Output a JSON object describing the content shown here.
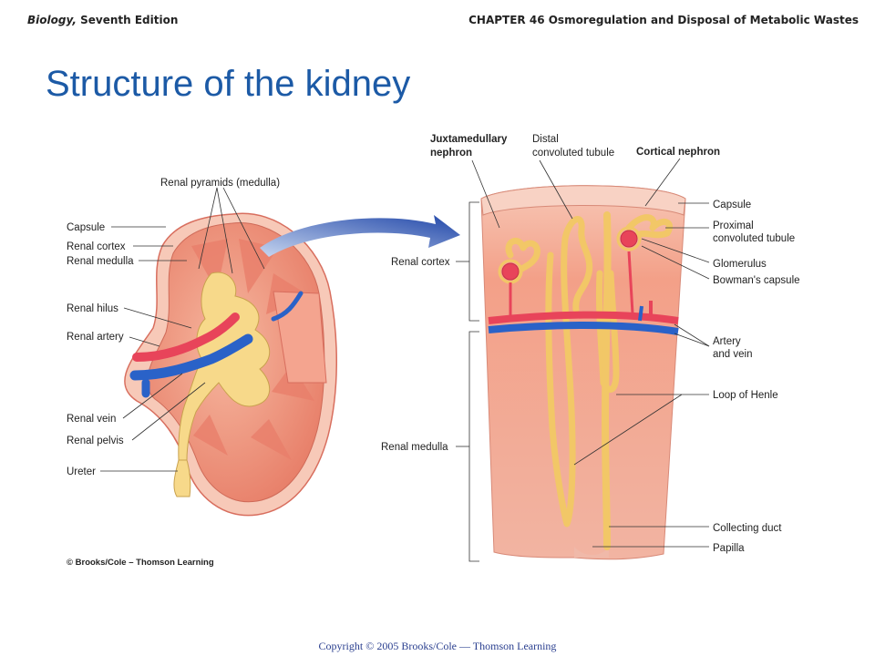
{
  "header": {
    "book_title": "Biology,",
    "edition": "Seventh Edition",
    "chapter": "CHAPTER 46 Osmoregulation and Disposal of Metabolic Wastes"
  },
  "slide": {
    "title": "Structure of the kidney"
  },
  "kidney_labels": {
    "renal_pyramids": "Renal pyramids (medulla)",
    "capsule": "Capsule",
    "renal_cortex": "Renal cortex",
    "renal_medulla": "Renal medulla",
    "renal_hilus": "Renal hilus",
    "renal_artery": "Renal artery",
    "renal_vein": "Renal vein",
    "renal_pelvis": "Renal pelvis",
    "ureter": "Ureter"
  },
  "nephron_labels": {
    "juxtamedullary_line1": "Juxtamedullary",
    "juxtamedullary_line2": "nephron",
    "distal_line1": "Distal",
    "distal_line2": "convoluted tubule",
    "cortical_nephron": "Cortical nephron",
    "capsule": "Capsule",
    "proximal_line1": "Proximal",
    "proximal_line2": "convoluted tubule",
    "glomerulus": "Glomerulus",
    "bowmans_capsule": "Bowman's capsule",
    "artery_vein_line1": "Artery",
    "artery_vein_line2": "and vein",
    "loop_of_henle": "Loop of Henle",
    "collecting_duct": "Collecting duct",
    "papilla": "Papilla",
    "renal_cortex": "Renal cortex",
    "renal_medulla": "Renal medulla"
  },
  "credit": "© Brooks/Cole – Thomson Learning",
  "footer": {
    "copyright": "Copyright © 2005 Brooks/Cole — Thomson Learning"
  },
  "colors": {
    "title": "#1c5aa6",
    "cortex": "#f3a088",
    "medulla": "#f0907a",
    "tubule": "#f7d98a",
    "artery": "#e8445a",
    "vein": "#2a62c8"
  }
}
